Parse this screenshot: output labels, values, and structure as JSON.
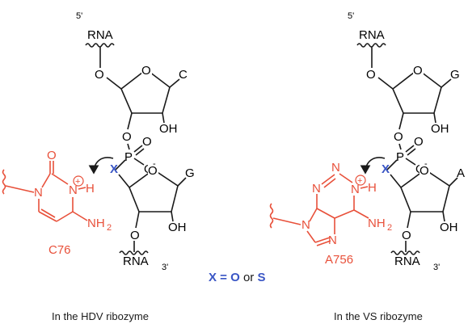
{
  "colors": {
    "black": "#1a1a1a",
    "red": "#e8503a",
    "blue": "#3a56c5"
  },
  "labels": {
    "five_prime": "5'",
    "three_prime": "3'",
    "rna": "RNA",
    "oh": "OH",
    "o": "O",
    "o_minus": "O",
    "minus": "-",
    "p": "P",
    "x": "X",
    "n": "N",
    "h": "H",
    "nh2": "NH",
    "sub2": "2",
    "plus": "+"
  },
  "hdv": {
    "upper_base": "C",
    "lower_base": "G",
    "nucleotide": "C76",
    "caption": "In the HDV ribozyme"
  },
  "vs": {
    "upper_base": "G",
    "lower_base": "A",
    "nucleotide": "A756",
    "caption": "In the VS ribozyme"
  },
  "legend": {
    "x": "X",
    "eq": " = ",
    "o": "O",
    "or": " or ",
    "s": "S"
  }
}
